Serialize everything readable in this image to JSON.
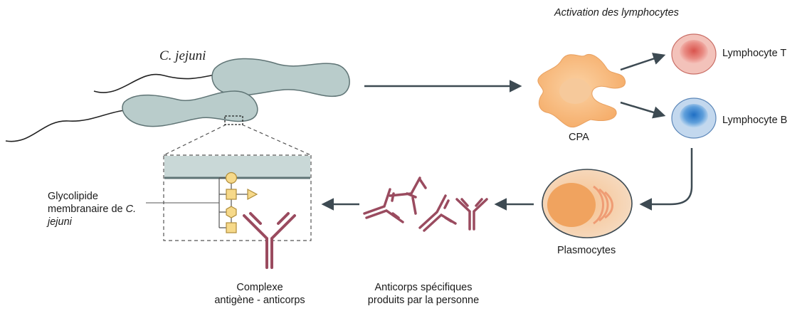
{
  "labels": {
    "bacterium": "C. jejuni",
    "activation_title": "Activation des lymphocytes",
    "lymphocyte_t": "Lymphocyte T",
    "lymphocyte_b": "Lymphocyte B",
    "apc": "CPA",
    "plasma_cells": "Plasmocytes",
    "antibodies_line1": "Anticorps spécifiques",
    "antibodies_line2": "produits par la personne",
    "complex_line1": "Complexe",
    "complex_line2": "antigène - anticorps",
    "glycolipid_line1": "Glycolipide",
    "glycolipid_line2_prefix": "membranaire de ",
    "glycolipid_line2_species": "C.",
    "glycolipid_line3_species": "jejuni"
  },
  "colors": {
    "bacteria_fill": "#b9cccb",
    "bacteria_stroke": "#5f7475",
    "arrow": "#3d4a52",
    "apc_fill": "#f7b97a",
    "lymph_t_fill": "#e0746c",
    "lymph_b_fill": "#3f86cc",
    "plasma_fill": "#f4a86a",
    "antibody": "#9a4b5f",
    "sugar_fill": "#f6d98a",
    "sugar_stroke": "#b08d3a"
  }
}
